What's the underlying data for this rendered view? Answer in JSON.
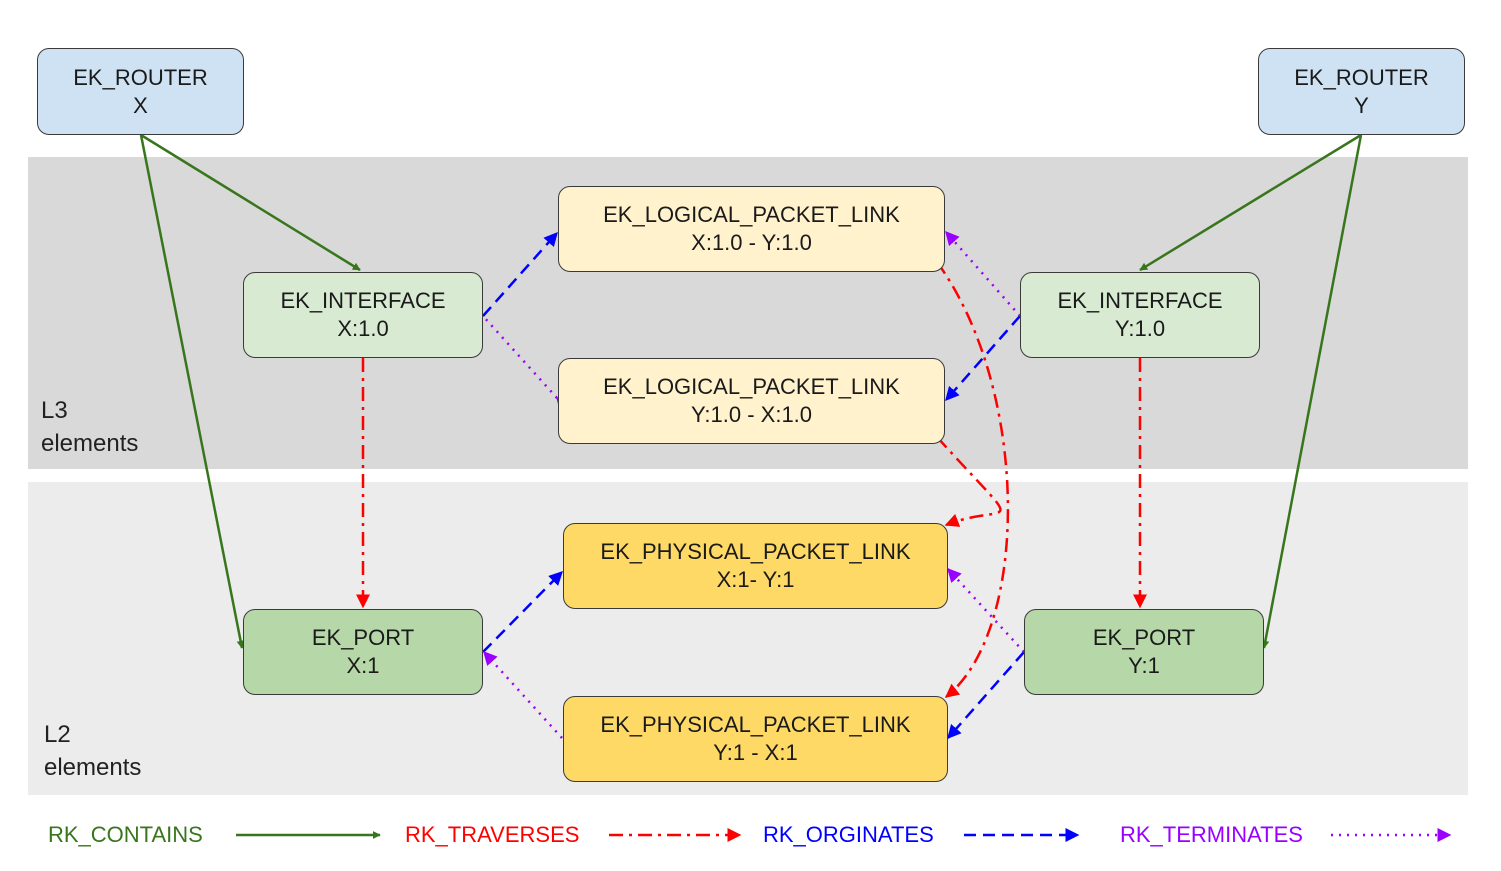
{
  "bands": {
    "l3": {
      "line1": "L3",
      "line2": "elements"
    },
    "l2": {
      "line1": "L2",
      "line2": "elements"
    }
  },
  "nodes": {
    "router_x": {
      "line1": "EK_ROUTER",
      "line2": "X"
    },
    "router_y": {
      "line1": "EK_ROUTER",
      "line2": "Y"
    },
    "iface_x": {
      "line1": "EK_INTERFACE",
      "line2": "X:1.0"
    },
    "iface_y": {
      "line1": "EK_INTERFACE",
      "line2": "Y:1.0"
    },
    "llink_xy": {
      "line1": "EK_LOGICAL_PACKET_LINK",
      "line2": "X:1.0 - Y:1.0"
    },
    "llink_yx": {
      "line1": "EK_LOGICAL_PACKET_LINK",
      "line2": "Y:1.0 - X:1.0"
    },
    "plink_xy": {
      "line1": "EK_PHYSICAL_PACKET_LINK",
      "line2": "X:1- Y:1"
    },
    "plink_yx": {
      "line1": "EK_PHYSICAL_PACKET_LINK",
      "line2": "Y:1 - X:1"
    },
    "port_x": {
      "line1": "EK_PORT",
      "line2": "X:1"
    },
    "port_y": {
      "line1": "EK_PORT",
      "line2": "Y:1"
    }
  },
  "legend": {
    "contains": {
      "label": "RK_CONTAINS",
      "color": "#38761d"
    },
    "traverses": {
      "label": "RK_TRAVERSES",
      "color": "#ff0000"
    },
    "originates": {
      "label": "RK_ORGINATES",
      "color": "#0000ff"
    },
    "terminates": {
      "label": "RK_TERMINATES",
      "color": "#9900ff"
    }
  },
  "colors": {
    "router_fill": "#cfe2f3",
    "interface_fill": "#d9ead3",
    "port_fill": "#b6d7a8",
    "logical_link_fill": "#fff2cc",
    "physical_link_fill": "#ffd966",
    "l3_band": "#d9d9d9",
    "l2_band": "#ececec"
  }
}
